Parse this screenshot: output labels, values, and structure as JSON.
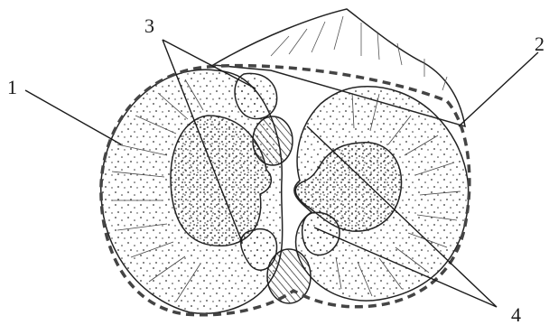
{
  "labels": {
    "one": "1",
    "two": "2",
    "three": "3",
    "four": "4"
  },
  "colors": {
    "ink": "#1a1a1a",
    "dashed_outline": "#444444",
    "background": "#ffffff"
  }
}
